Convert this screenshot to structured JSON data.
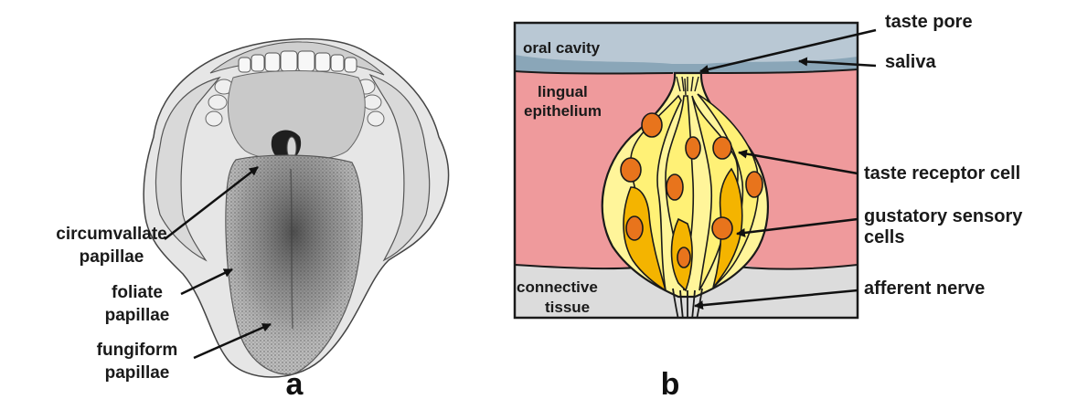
{
  "panel_a": {
    "letter": "a",
    "labels": {
      "circumvallate_1": "circumvallate",
      "circumvallate_2": "papillae",
      "foliate_1": "foliate",
      "foliate_2": "papillae",
      "fungiform_1": "fungiform",
      "fungiform_2": "papillae"
    }
  },
  "panel_b": {
    "letter": "b",
    "labels": {
      "oral_cavity": "oral cavity",
      "lingual_1": "lingual",
      "lingual_2": "epithelium",
      "connective_1": "connective",
      "connective_2": "tissue",
      "taste_pore": "taste pore",
      "saliva": "saliva",
      "taste_receptor_cell": "taste receptor cell",
      "gustatory_1": "gustatory sensory",
      "gustatory_2": "cells",
      "afferent_nerve": "afferent nerve"
    },
    "colors": {
      "oral_cavity": "#b9c8d4",
      "saliva": "#8aa6b8",
      "epithelium": "#ef9a9c",
      "connective": "#dcdcdc",
      "bud_fill": "#fff59a",
      "receptor_cell": "#fff176",
      "gustatory_cell": "#f4b400",
      "nucleus": "#e8741c",
      "outline": "#1a1a1a"
    }
  }
}
